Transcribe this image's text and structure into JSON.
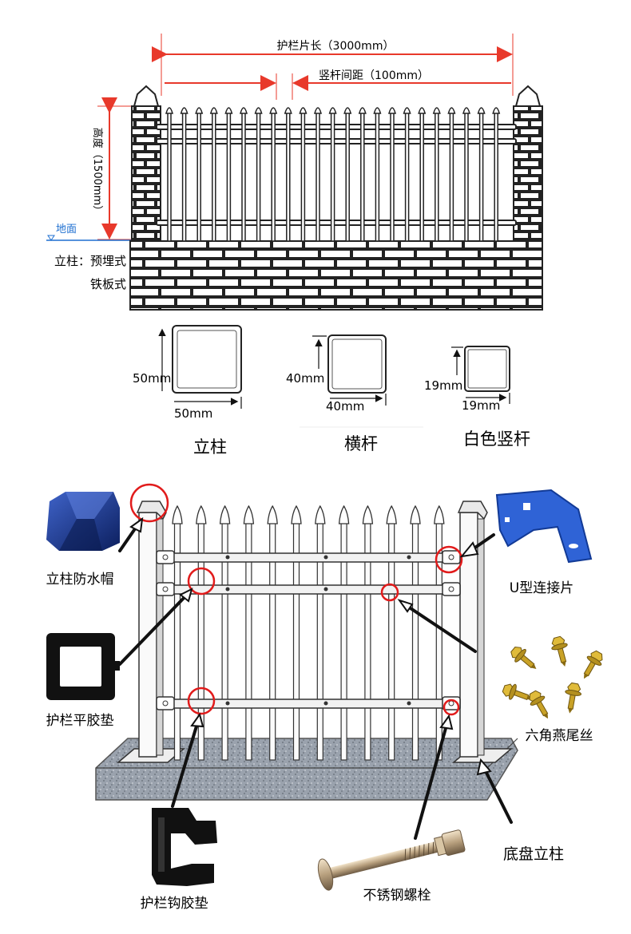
{
  "top_diagram": {
    "length_label": "护栏片长（3000mm）",
    "spacing_label": "竖杆间距（100mm）",
    "height_label": "高度（1500mm）",
    "ground_label": "地面",
    "post_mount_label": "立柱：预埋式",
    "plate_mount_label": "铁板式"
  },
  "profiles": [
    {
      "name": "立柱",
      "height_label": "50mm",
      "width_label": "50mm"
    },
    {
      "name": "横杆",
      "height_label": "40mm",
      "width_label": "40mm"
    },
    {
      "name": "白色竖杆",
      "height_label": "19mm",
      "width_label": "19mm"
    }
  ],
  "parts": {
    "post_cap": "立柱防水帽",
    "u_bracket": "U型连接片",
    "flat_rubber_pad": "护栏平胶垫",
    "hex_screws": "六角燕尾丝",
    "hook_rubber_pad": "护栏钩胶垫",
    "base_post": "底盘立柱",
    "stainless_bolt": "不锈钢螺栓"
  },
  "colors": {
    "dimension_red": "#e8392b",
    "ground_blue": "#1e6fd0",
    "callout_red": "#e11b1b",
    "cap_blue": "#1b3d9c",
    "bracket_blue": "#2f63d6",
    "screw_gold": "#c9a227"
  }
}
